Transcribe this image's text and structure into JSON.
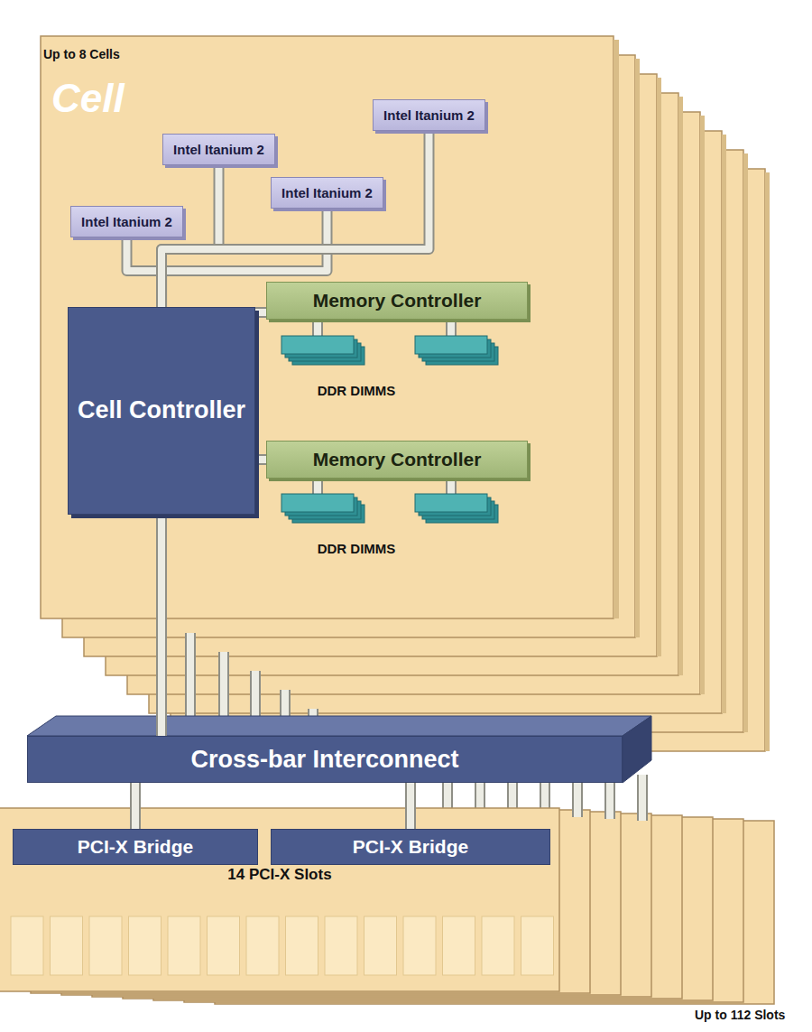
{
  "diagram": {
    "nodes": [
      {
        "text": [
          "Cell"
        ]
      },
      {
        "text": [
          "Intel Itanium 2"
        ],
        "in": 0
      },
      {
        "text": [
          "Intel Itanium 2"
        ],
        "in": 0
      },
      {
        "text": [
          "Intel Itanium 2"
        ],
        "in": 0
      },
      {
        "text": [
          "Intel Itanium 2"
        ],
        "in": 0
      },
      {
        "text": [
          "Cell Controller"
        ],
        "in": 0
      },
      {
        "text": [
          "Memory Controller"
        ],
        "in": 0
      },
      {
        "text": [
          "Memory Controller"
        ],
        "in": 0
      },
      {
        "text": [
          "Cross-bar Interconnect"
        ]
      },
      {
        "text": [
          "14 PCI-X Slots"
        ]
      },
      {
        "text": [
          "PCI-X Bridge"
        ],
        "in": 9
      },
      {
        "text": [
          "PCI-X Bridge"
        ],
        "in": 9
      }
    ],
    "edges": [
      {
        "from": 1,
        "to": 5,
        "arrow": "none"
      },
      {
        "from": 2,
        "to": 5,
        "arrow": "none"
      },
      {
        "from": 3,
        "to": 5,
        "arrow": "none"
      },
      {
        "from": 4,
        "to": 5,
        "arrow": "none"
      },
      {
        "from": 5,
        "to": 6,
        "arrow": "none"
      },
      {
        "from": 5,
        "to": 7,
        "arrow": "none"
      },
      {
        "from": 5,
        "to": 8,
        "arrow": "none"
      },
      {
        "from": 8,
        "to": 10,
        "arrow": "none"
      },
      {
        "from": 8,
        "to": 11,
        "arrow": "none"
      }
    ],
    "labels": [
      "Up to 8 Cells",
      "DDR DIMMS",
      "DDR DIMMS",
      "Up to 112 Slots"
    ]
  }
}
